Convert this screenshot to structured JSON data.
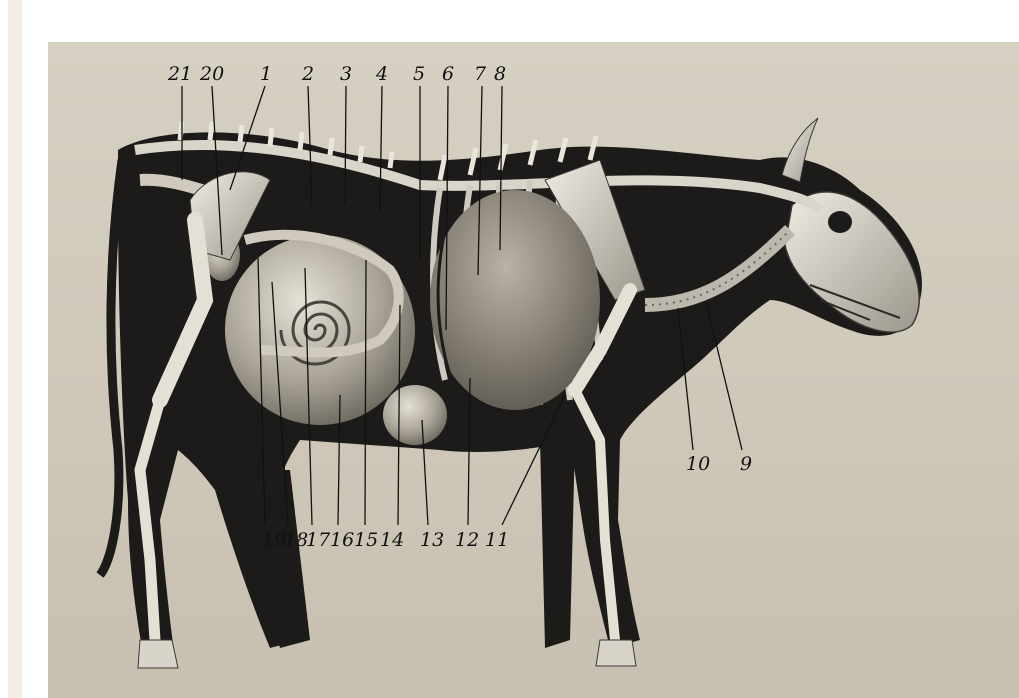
{
  "top_labels": [
    "21",
    "20",
    "1",
    "2",
    "3",
    "4",
    "5",
    "6",
    "7",
    "8"
  ],
  "bottom_labels": [
    "19",
    "18",
    "17",
    "16",
    "15",
    "14",
    "13",
    "12",
    "11"
  ],
  "right_labels": [
    "10",
    "9"
  ]
}
